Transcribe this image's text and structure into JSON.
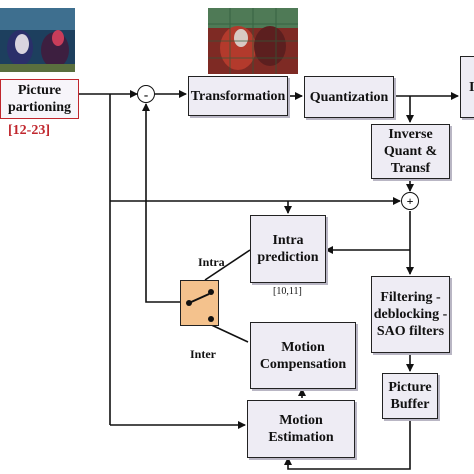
{
  "blocks": {
    "picture_partitioning": "Picture partioning",
    "transformation": "Transformation",
    "quantization": "Quantization",
    "right_cut_block": "I",
    "inverse_quant": "Inverse Quant & Transf",
    "intra_prediction": "Intra prediction",
    "filtering": "Filtering -deblocking -SAO filters",
    "motion_compensation": "Motion Compensation",
    "picture_buffer": "Picture Buffer",
    "motion_estimation": "Motion Estimation"
  },
  "labels": {
    "partition_ref": "[12-23]",
    "intra_ref": "[10,11]",
    "switch_intra": "Intra",
    "switch_inter": "Inter",
    "subtract_symbol": "-",
    "add_symbol": "+"
  },
  "colors": {
    "block_fill": "#eeecf4",
    "block_border": "#222222",
    "highlight_red": "#c0262d",
    "switch_fill": "#f4c28d",
    "line": "#111111"
  },
  "icons": {
    "input_frame": "video-frame-thumbnail",
    "partitioned_frame": "video-frame-thumbnail-tinted",
    "mode_switch": "switch-icon"
  }
}
